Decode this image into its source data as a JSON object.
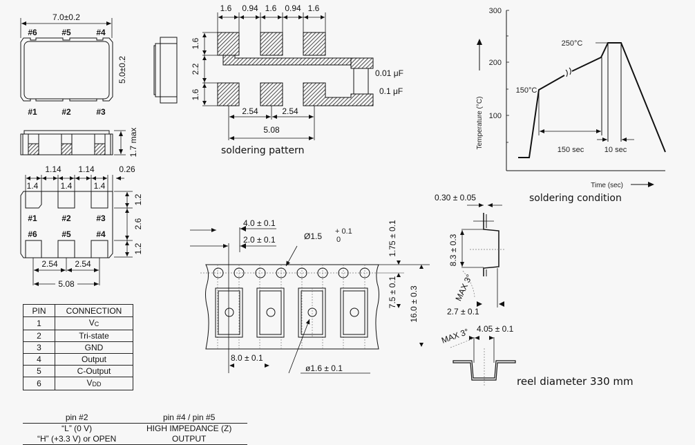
{
  "package_top": {
    "width_dim": "7.0±0.2",
    "height_dim": "5.0±0.2",
    "pins_top": [
      "#6",
      "#5",
      "#4"
    ],
    "pins_bottom": [
      "#1",
      "#2",
      "#3"
    ]
  },
  "package_side": {
    "height_dim": "1.7 max"
  },
  "package_bottom": {
    "pad_pitch_dims": [
      "1.14",
      "1.14"
    ],
    "edge_dim": "0.26",
    "pad_width_dims": [
      "1.4",
      "1.4",
      "1.4"
    ],
    "pins_row1": [
      "#1",
      "#2",
      "#3"
    ],
    "pins_row2": [
      "#6",
      "#5",
      "#4"
    ],
    "vertical_dims": [
      "1.2",
      "2.6",
      "1.2"
    ],
    "pitch_dims": [
      "2.54",
      "2.54"
    ],
    "total_pitch": "5.08"
  },
  "soldering_pattern": {
    "top_dims": [
      "1.6",
      "0.94",
      "1.6",
      "0.94",
      "1.6"
    ],
    "side_dims": [
      "1.6",
      "2.2",
      "1.6"
    ],
    "cap_labels": [
      "0.01 μF",
      "0.1 μF"
    ],
    "pitch_dims": [
      "2.54",
      "2.54"
    ],
    "total_pitch": "5.08",
    "caption": "soldering pattern"
  },
  "soldering_condition": {
    "caption": "soldering condition",
    "ylabel": "Temperature (°C)",
    "xlabel": "Time (sec)",
    "y_ticks": [
      "300",
      "200",
      "100"
    ],
    "annotations": {
      "preheat_temp": "150°C",
      "peak_temp": "250°C",
      "preheat_time": "150 sec",
      "peak_time": "10 sec"
    }
  },
  "tape": {
    "pitch_4": "4.0 ± 0.1",
    "pitch_2": "2.0 ± 0.1",
    "sprocket_dia_main": "Ø1.5",
    "sprocket_dia_tol_plus": "+ 0.1",
    "sprocket_dia_tol_minus": "0",
    "edge_dim": "1.75 ± 0.1",
    "hole_offset": "7.5 ± 0.1",
    "tape_width": "16.0 ± 0.3",
    "pocket_pitch": "8.0 ± 0.1",
    "pocket_hole_dia": "ø1.6 ± 0.1"
  },
  "tape_side": {
    "thickness": "0.30 ± 0.05",
    "pocket_length": "8.3 ± 0.3",
    "angle": "MAX 3°",
    "depth": "2.7 ± 0.1"
  },
  "tape_section": {
    "angle": "MAX 3°",
    "pocket_width": "4.05 ± 0.1",
    "reel_label": "reel diameter  330 mm"
  },
  "pin_table": {
    "headers": [
      "PIN",
      "CONNECTION"
    ],
    "rows": [
      {
        "pin": "1",
        "main": "V",
        "sub": "C"
      },
      {
        "pin": "2",
        "main": "Tri-state",
        "sub": ""
      },
      {
        "pin": "3",
        "main": "GND",
        "sub": ""
      },
      {
        "pin": "4",
        "main": "Output",
        "sub": ""
      },
      {
        "pin": "5",
        "main": "C-Output",
        "sub": ""
      },
      {
        "pin": "6",
        "main": "V",
        "sub": "DD"
      }
    ]
  },
  "tristate_table": {
    "headers": [
      "pin #2",
      "pin #4 / pin #5"
    ],
    "rows": [
      [
        "“L” (0 V)",
        "HIGH IMPEDANCE (Z)"
      ],
      [
        "“H” (+3.3 V) or OPEN",
        "OUTPUT"
      ]
    ]
  }
}
